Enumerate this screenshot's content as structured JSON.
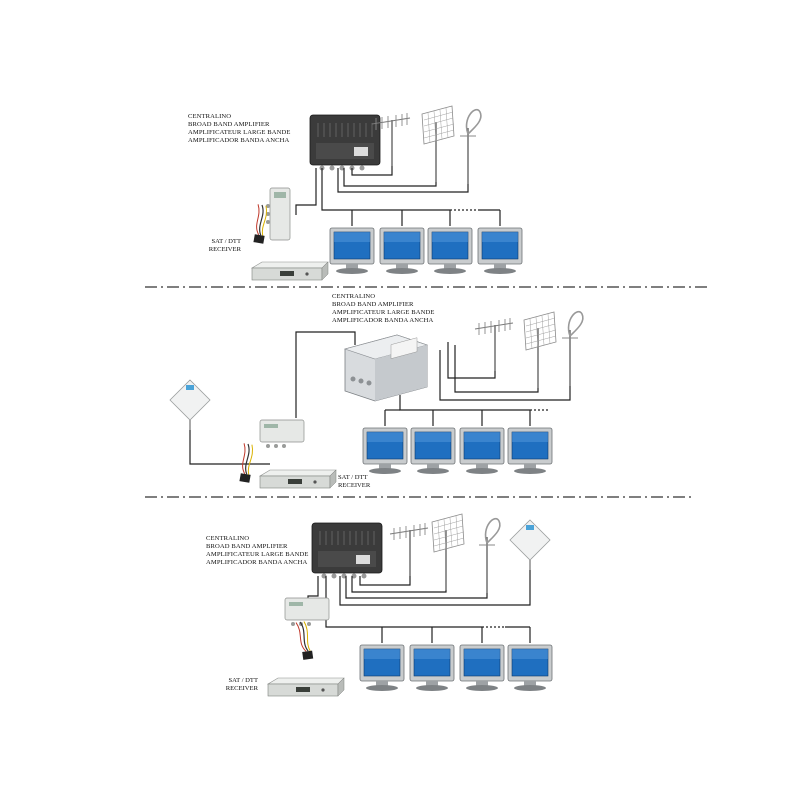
{
  "amplifier_label": [
    "CENTRALINO",
    "BROAD BAND AMPLIFIER",
    "AMPLIFICATEUR LARGE BANDE",
    "AMPLIFICADOR BANDA ANCHA"
  ],
  "receiver_label": [
    "SAT / DTT",
    "RECEIVER"
  ],
  "colors": {
    "wire": "#222222",
    "divider": "#333333",
    "screen": "#1f6fc0",
    "monitor_frame": "#bfc3c6",
    "amp_dark": "#3a3a3a",
    "device_light": "#e4e6e4"
  },
  "diagrams": [
    {
      "id": "diagram-1",
      "amplifier": "dark",
      "antennas": [
        "yagi-antenna",
        "grid-antenna",
        "uhf-antenna"
      ],
      "tv_count": 4,
      "has_satellite_dish": false
    },
    {
      "id": "diagram-2",
      "amplifier": "silver",
      "antennas": [
        "yagi-antenna",
        "grid-antenna",
        "uhf-antenna"
      ],
      "tv_count": 4,
      "has_satellite_dish": true
    },
    {
      "id": "diagram-3",
      "amplifier": "dark",
      "antennas": [
        "yagi-antenna",
        "grid-antenna",
        "uhf-antenna"
      ],
      "tv_count": 4,
      "has_satellite_dish": true
    }
  ]
}
